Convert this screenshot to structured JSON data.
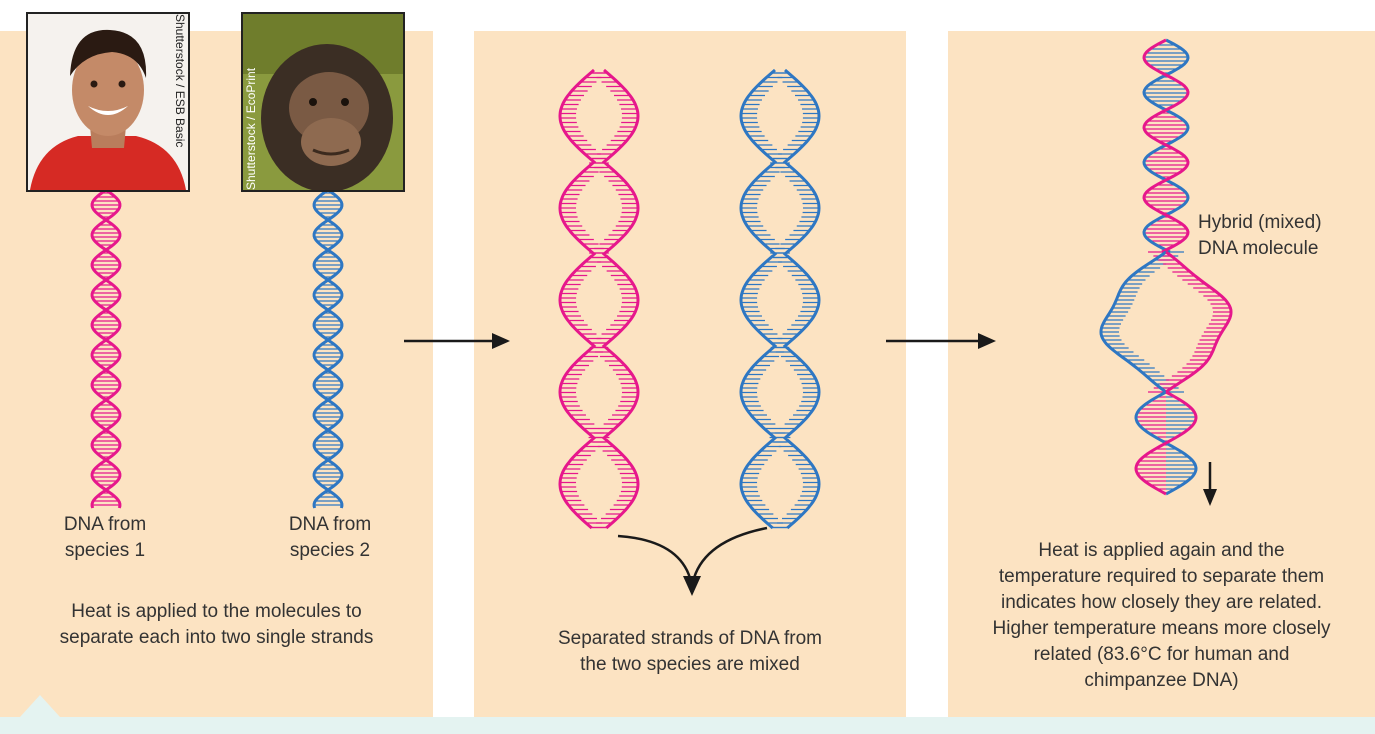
{
  "colors": {
    "species1": "#e6178c",
    "species2": "#2e77c3",
    "panel": "#fce3c2",
    "strip": "#e4f3f1",
    "arrow": "#1a1a1a"
  },
  "photos": {
    "human_credit": "Shutterstock / ESB Basic",
    "chimp_credit": "Shutterstock / EcoPrint"
  },
  "labels": {
    "species1": [
      "DNA from",
      "species 1"
    ],
    "species2": [
      "DNA from",
      "species 2"
    ],
    "hybrid": [
      "Hybrid (mixed)",
      "DNA molecule"
    ]
  },
  "captions": {
    "step1": [
      "Heat is applied to the molecules to",
      "separate each into two single strands"
    ],
    "step2": [
      "Separated strands of DNA from",
      "the two species are mixed"
    ],
    "step3": [
      "Heat is applied again and the",
      "temperature required to separate them",
      "indicates how closely they are related.",
      "Higher temperature means more closely",
      "related (83.6°C for human and",
      "chimpanzee DNA)"
    ]
  }
}
